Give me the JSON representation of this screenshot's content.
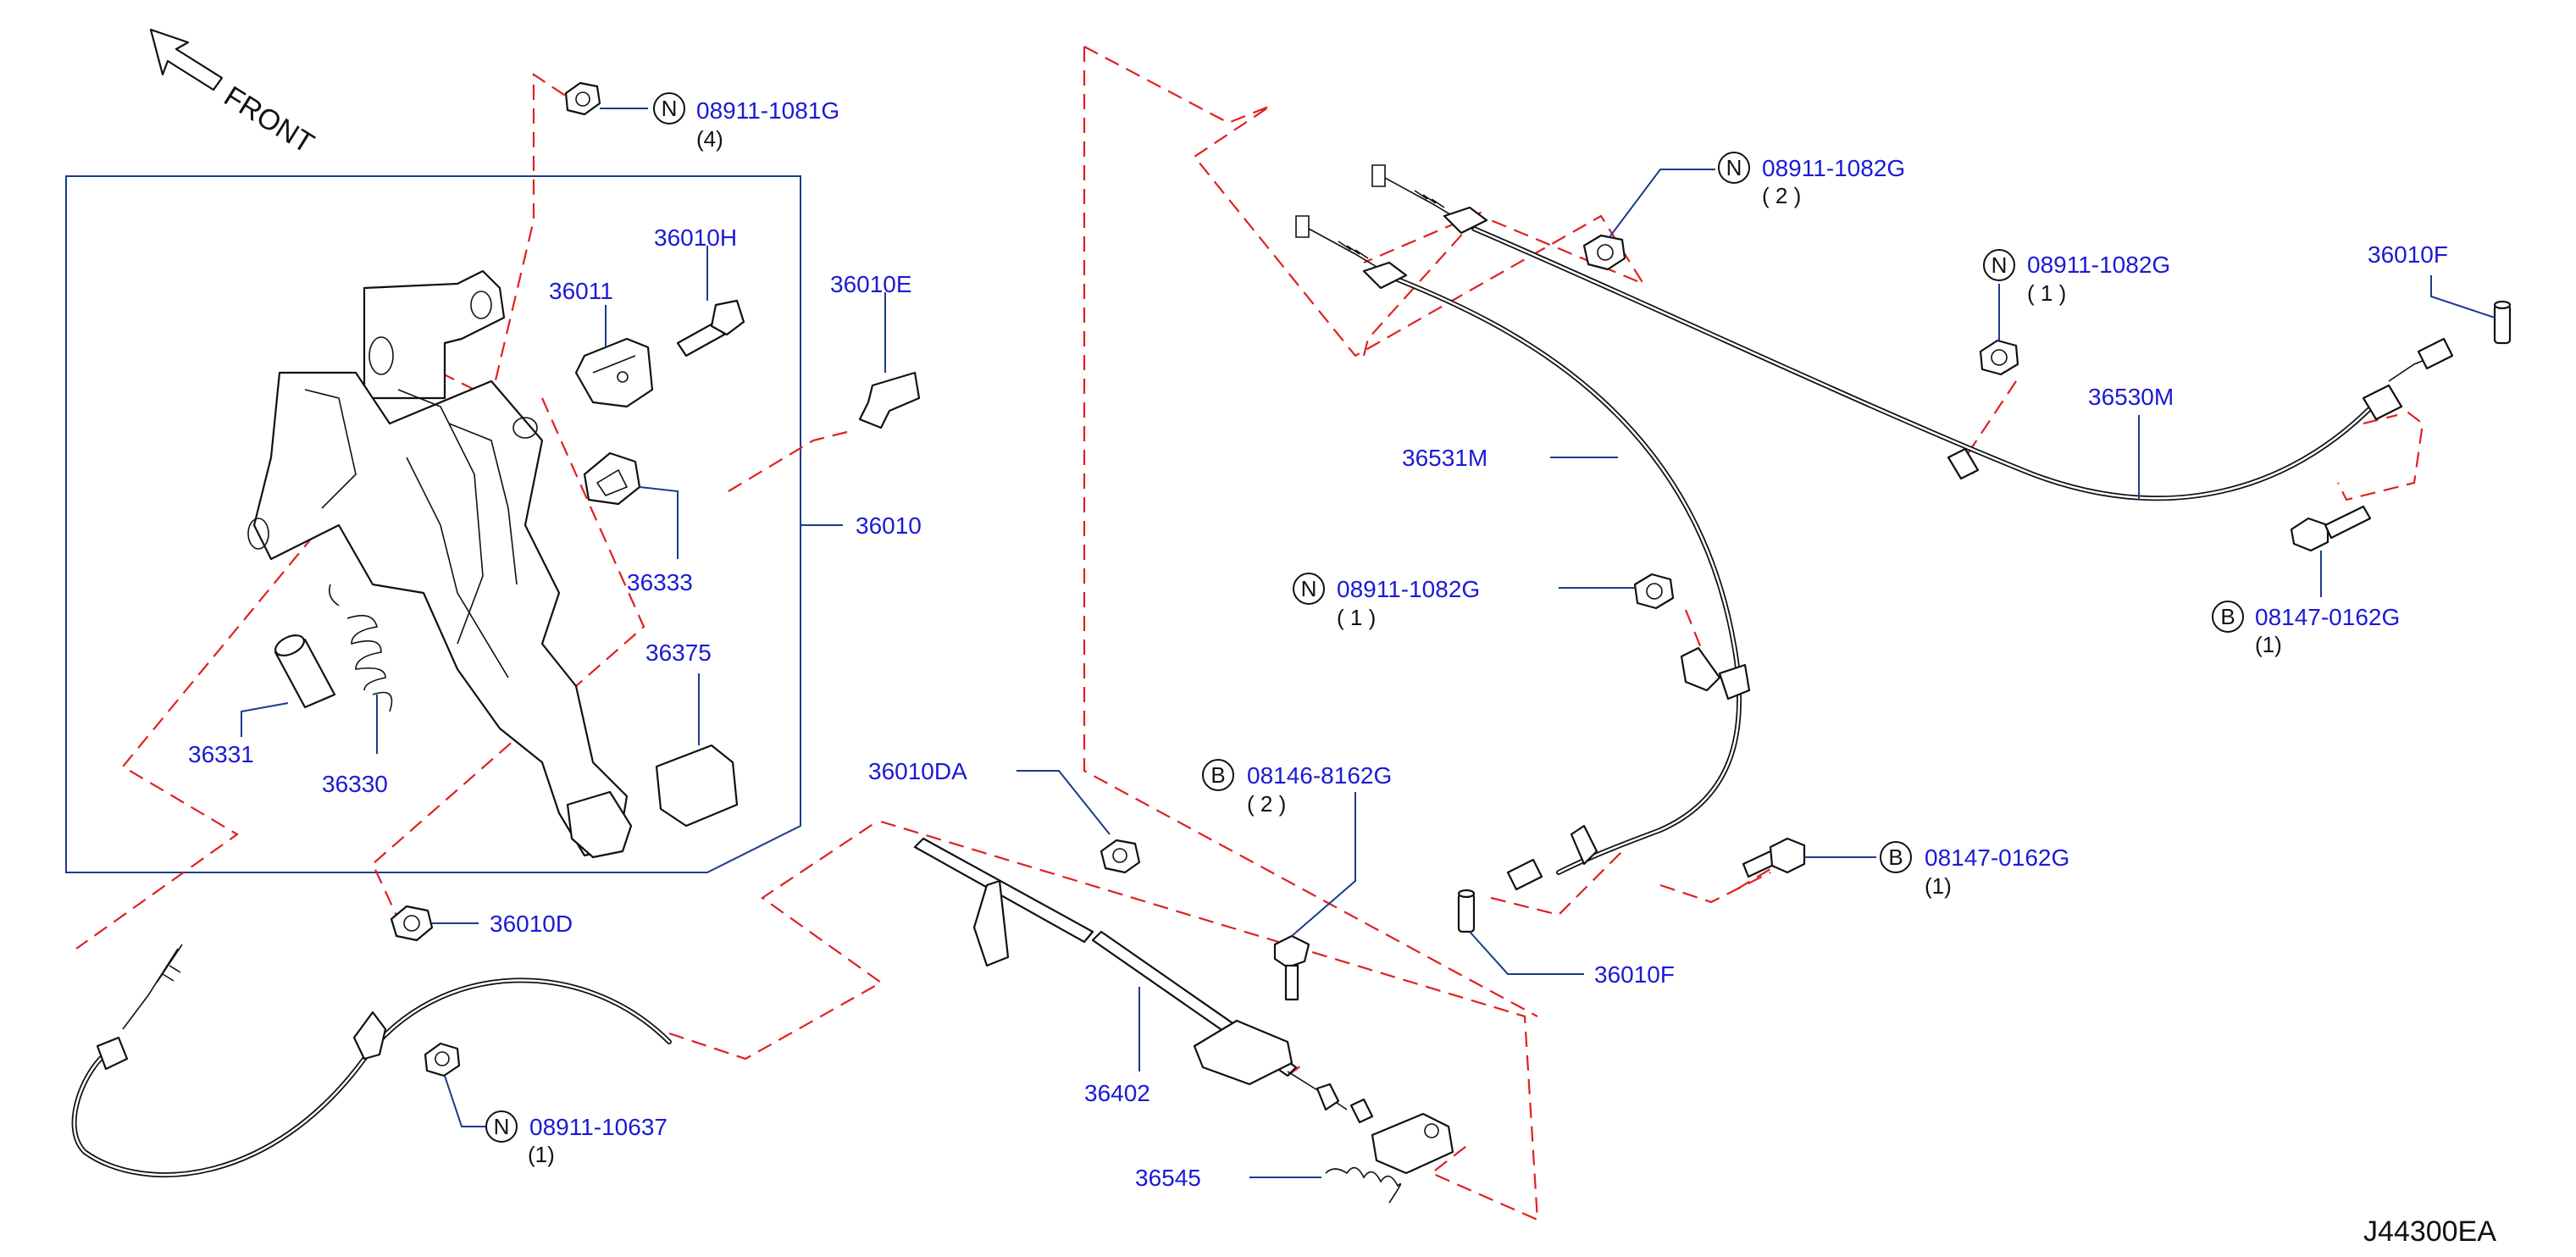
{
  "diagram": {
    "front_label": "FRONT",
    "code": "J44300EA",
    "assembly_box_label": "36010",
    "parts": [
      {
        "id": "36011"
      },
      {
        "id": "36010H"
      },
      {
        "id": "36010E"
      },
      {
        "id": "36333"
      },
      {
        "id": "36375"
      },
      {
        "id": "36331"
      },
      {
        "id": "36330"
      },
      {
        "id": "36010D"
      },
      {
        "id": "36010DA"
      },
      {
        "id": "36402"
      },
      {
        "id": "36545"
      },
      {
        "id": "36531M"
      },
      {
        "id": "36530M"
      },
      {
        "id": "36010F"
      },
      {
        "id": "36010F"
      }
    ],
    "fasteners": [
      {
        "symbol": "N",
        "part": "08911-1081G",
        "qty": "(4)"
      },
      {
        "symbol": "N",
        "part": "08911-1082G",
        "qty": "( 2 )"
      },
      {
        "symbol": "N",
        "part": "08911-1082G",
        "qty": "( 1 )"
      },
      {
        "symbol": "N",
        "part": "08911-1082G",
        "qty": "( 1 )"
      },
      {
        "symbol": "B",
        "part": "08147-0162G",
        "qty": "(1)"
      },
      {
        "symbol": "B",
        "part": "08146-8162G",
        "qty": "( 2 )"
      },
      {
        "symbol": "B",
        "part": "08147-0162G",
        "qty": "(1)"
      },
      {
        "symbol": "N",
        "part": "08911-10637",
        "qty": "(1)"
      }
    ]
  }
}
